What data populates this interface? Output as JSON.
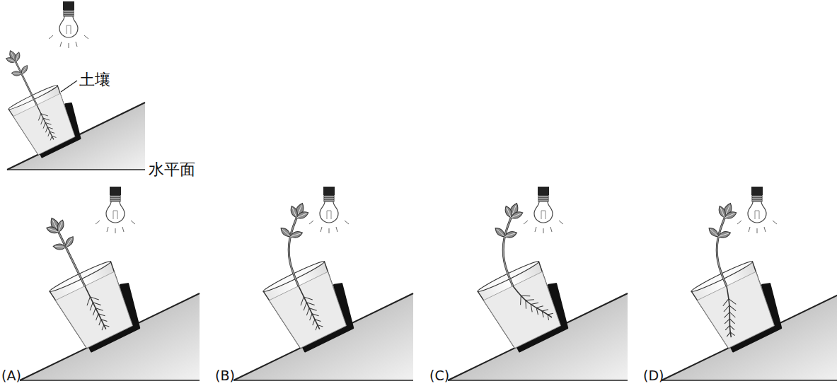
{
  "diagram": {
    "labels": [
      "土壤",
      "水平面",
      "(A)",
      "(B)",
      "(C)",
      "(D)"
    ]
  }
}
